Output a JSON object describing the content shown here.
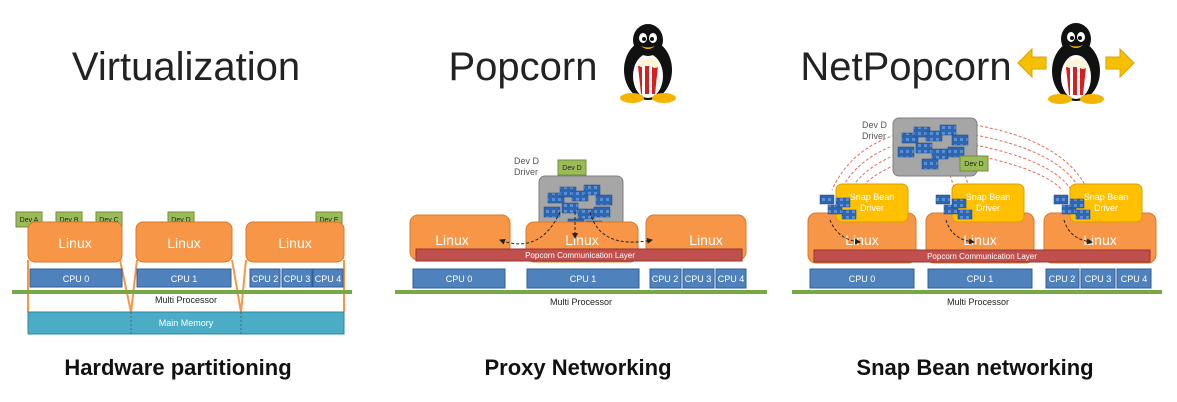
{
  "panels": {
    "virt": {
      "title": "Virtualization",
      "caption": "Hardware partitioning",
      "devs": [
        "Dev A",
        "Dev B",
        "Dev C",
        "Dev D",
        "Dev E"
      ],
      "os": [
        "Linux",
        "Linux",
        "Linux"
      ],
      "cpus": [
        "CPU 0",
        "CPU 1",
        "CPU 2",
        "CPU 3",
        "CPU 4"
      ],
      "bus": "Multi Processor",
      "memory": "Main Memory"
    },
    "pop": {
      "title": "Popcorn",
      "caption": "Proxy Networking",
      "driver": "Dev D\nDriver",
      "dev": "Dev D",
      "os": [
        "Linux",
        "Linux",
        "Linux"
      ],
      "layer": "Popcorn Communication Layer",
      "cpus": [
        "CPU 0",
        "CPU 1",
        "CPU 2",
        "CPU 3",
        "CPU 4"
      ],
      "bus": "Multi Processor"
    },
    "net": {
      "title": "NetPopcorn",
      "caption": "Snap Bean networking",
      "driver": "Dev D\nDriver",
      "dev": "Dev D",
      "snap": [
        "Snap Bean\nDriver",
        "Snap Bean\nDriver",
        "Snap Bean\nDriver"
      ],
      "os": [
        "Linux",
        "Linux",
        "Linux"
      ],
      "layer": "Popcorn Communication Layer",
      "cpus": [
        "CPU 0",
        "CPU 1",
        "CPU 2",
        "CPU 3",
        "CPU 4"
      ],
      "bus": "Multi Processor"
    }
  },
  "colors": {
    "linux": "#f79646",
    "linux_stroke": "#d9782b",
    "cpu": "#4f81bd",
    "cpu_stroke": "#2f5f96",
    "dev": "#9bbb59",
    "bus": "#77a844",
    "memory": "#4bacc6",
    "layer": "#c0504d",
    "snap": "#ffc000",
    "driver_box": "#a6a6a6",
    "dashed": "#e46c5a"
  },
  "icons": [
    "tux-popcorn-icon",
    "tux-network-icon"
  ]
}
